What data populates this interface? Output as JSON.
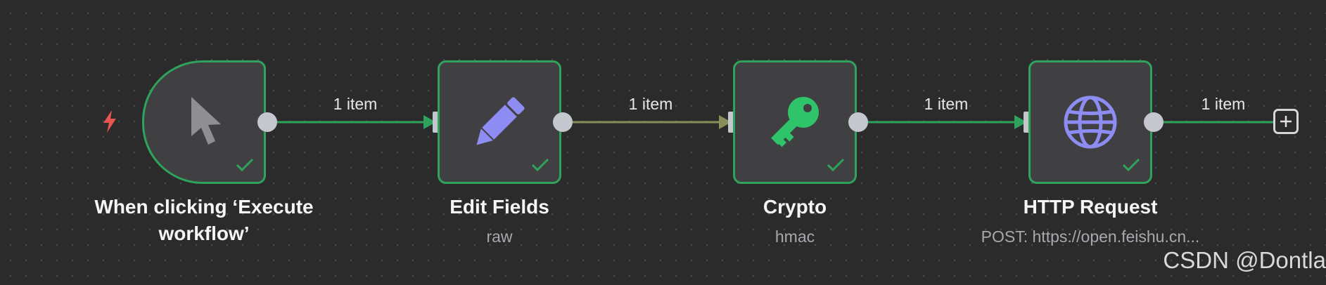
{
  "workflow": {
    "nodes": [
      {
        "title": "When clicking ‘Execute workflow’",
        "subtitle": "",
        "icon": "cursor-arrow-icon",
        "status": "success"
      },
      {
        "title": "Edit Fields",
        "subtitle": "raw",
        "icon": "pencil-icon",
        "status": "success"
      },
      {
        "title": "Crypto",
        "subtitle": "hmac",
        "icon": "key-icon",
        "status": "success"
      },
      {
        "title": "HTTP Request",
        "subtitle": "POST: https://open.feishu.cn...",
        "icon": "globe-icon",
        "status": "success"
      }
    ],
    "connections": [
      {
        "label": "1 item"
      },
      {
        "label": "1 item"
      },
      {
        "label": "1 item"
      },
      {
        "label": "1 item"
      }
    ]
  },
  "colors": {
    "success": "#2fa35c",
    "connection_default": "#2fa35c",
    "connection_pinned": "#8a8f5a",
    "trigger": "#e5574f",
    "icon_accent": "#8c8cf2",
    "handle": "#c5c7ce"
  },
  "watermark": "CSDN @Dontla"
}
